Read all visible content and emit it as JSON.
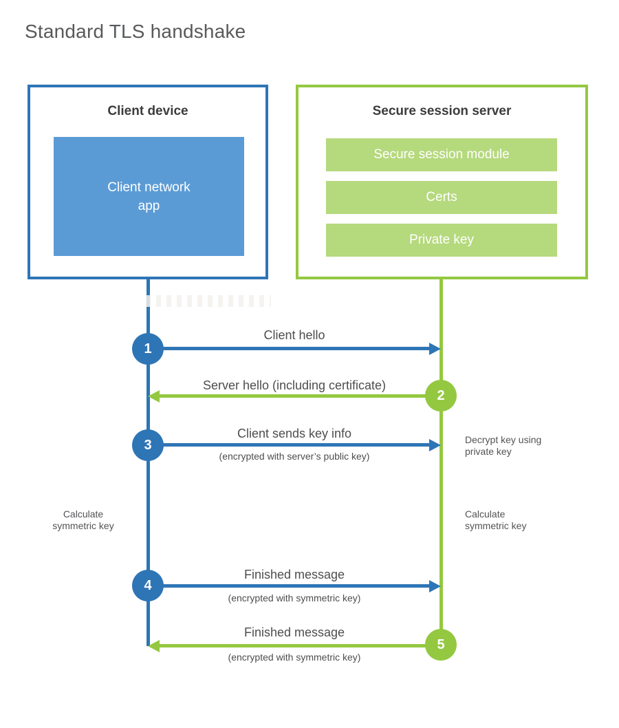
{
  "title": "Standard TLS handshake",
  "colors": {
    "blue": "#2e75b6",
    "blue_light": "#5b9bd5",
    "green": "#94c841",
    "green_light": "#b5d97d",
    "title_text": "#58595b",
    "heading_text": "#3c3c3c",
    "label_text": "#4c4d4f"
  },
  "client_box": {
    "title": "Client device",
    "app_label": "Client network\napp"
  },
  "server_box": {
    "title": "Secure session server",
    "modules": [
      "Secure session module",
      "Certs",
      "Private key"
    ]
  },
  "steps": [
    {
      "num": "1",
      "label": "Client hello",
      "sublabel": "",
      "from": "client",
      "to": "server"
    },
    {
      "num": "2",
      "label": "Server hello (including certificate)",
      "sublabel": "",
      "from": "server",
      "to": "client"
    },
    {
      "num": "3",
      "label": "Client sends key info",
      "sublabel": "(encrypted with server’s public key)",
      "from": "client",
      "to": "server"
    },
    {
      "num": "4",
      "label": "Finished message",
      "sublabel": "(encrypted with symmetric key)",
      "from": "client",
      "to": "server"
    },
    {
      "num": "5",
      "label": "Finished message",
      "sublabel": "(encrypted with symmetric key)",
      "from": "server",
      "to": "client"
    }
  ],
  "notes": {
    "decrypt": "Decrypt key using\nprivate key",
    "calculate_client": "Calculate\nsymmetric key",
    "calculate_server": "Calculate\nsymmetric key"
  }
}
